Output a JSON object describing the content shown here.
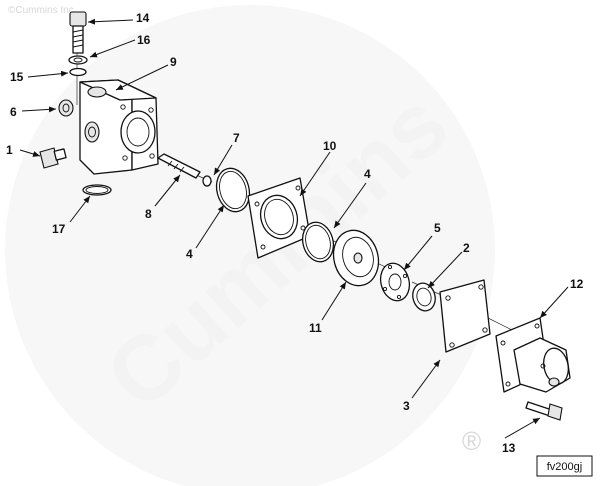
{
  "watermark": {
    "brand": "Cummins",
    "top_left": "©Cummins Inc",
    "registered_mark": "®"
  },
  "diagram_code": "fv200gj",
  "callouts": [
    "1",
    "2",
    "3",
    "4",
    "4",
    "5",
    "6",
    "7",
    "8",
    "9",
    "10",
    "11",
    "12",
    "13",
    "14",
    "15",
    "16",
    "17"
  ]
}
